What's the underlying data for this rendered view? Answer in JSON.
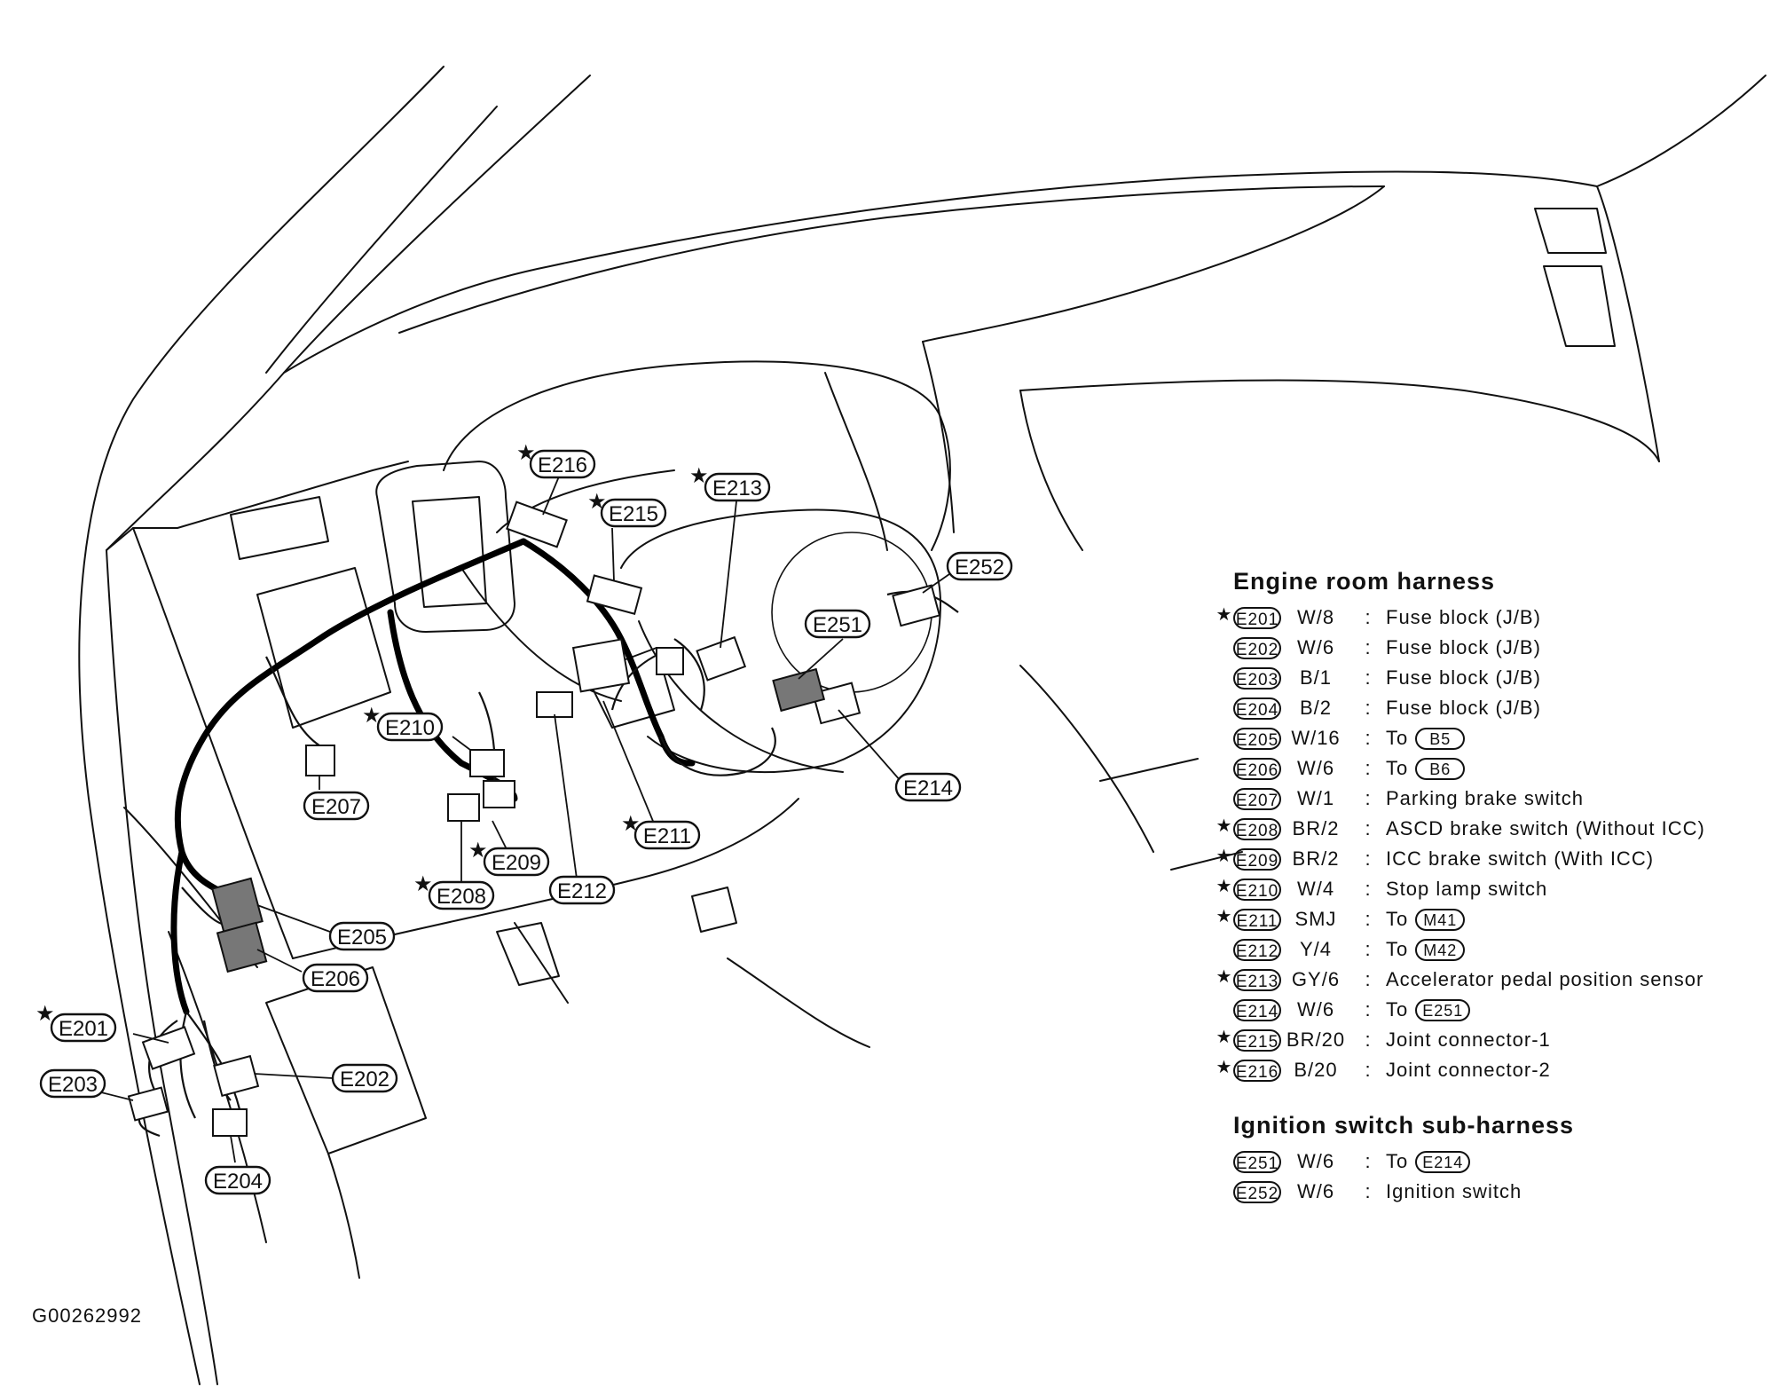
{
  "figure_id": "G00262992",
  "callouts": {
    "e201": "E201",
    "e202": "E202",
    "e203": "E203",
    "e204": "E204",
    "e205": "E205",
    "e206": "E206",
    "e207": "E207",
    "e208": "E208",
    "e209": "E209",
    "e210": "E210",
    "e211": "E211",
    "e212": "E212",
    "e213": "E213",
    "e214": "E214",
    "e215": "E215",
    "e216": "E216",
    "e251": "E251",
    "e252": "E252"
  },
  "star_symbol": "★",
  "legend": {
    "sections": [
      {
        "title": "Engine room harness",
        "rows": [
          {
            "star": true,
            "code": "E201",
            "wire": "W/8",
            "colon": ":",
            "desc": "Fuse block (J/B)",
            "ref": ""
          },
          {
            "star": false,
            "code": "E202",
            "wire": "W/6",
            "colon": ":",
            "desc": "Fuse block (J/B)",
            "ref": ""
          },
          {
            "star": false,
            "code": "E203",
            "wire": "B/1",
            "colon": ":",
            "desc": "Fuse block (J/B)",
            "ref": ""
          },
          {
            "star": false,
            "code": "E204",
            "wire": "B/2",
            "colon": ":",
            "desc": "Fuse block (J/B)",
            "ref": ""
          },
          {
            "star": false,
            "code": "E205",
            "wire": "W/16",
            "colon": ":",
            "desc": "To",
            "ref": "B5"
          },
          {
            "star": false,
            "code": "E206",
            "wire": "W/6",
            "colon": ":",
            "desc": "To",
            "ref": "B6"
          },
          {
            "star": false,
            "code": "E207",
            "wire": "W/1",
            "colon": ":",
            "desc": "Parking brake switch",
            "ref": ""
          },
          {
            "star": true,
            "code": "E208",
            "wire": "BR/2",
            "colon": ":",
            "desc": "ASCD brake switch (Without ICC)",
            "ref": ""
          },
          {
            "star": true,
            "code": "E209",
            "wire": "BR/2",
            "colon": ":",
            "desc": "ICC brake switch (With ICC)",
            "ref": ""
          },
          {
            "star": true,
            "code": "E210",
            "wire": "W/4",
            "colon": ":",
            "desc": "Stop lamp switch",
            "ref": ""
          },
          {
            "star": true,
            "code": "E211",
            "wire": "SMJ",
            "colon": ":",
            "desc": "To",
            "ref": "M41"
          },
          {
            "star": false,
            "code": "E212",
            "wire": "Y/4",
            "colon": ":",
            "desc": "To",
            "ref": "M42"
          },
          {
            "star": true,
            "code": "E213",
            "wire": "GY/6",
            "colon": ":",
            "desc": "Accelerator pedal position sensor",
            "ref": ""
          },
          {
            "star": false,
            "code": "E214",
            "wire": "W/6",
            "colon": ":",
            "desc": "To",
            "ref": "E251"
          },
          {
            "star": true,
            "code": "E215",
            "wire": "BR/20",
            "colon": ":",
            "desc": "Joint connector-1",
            "ref": ""
          },
          {
            "star": true,
            "code": "E216",
            "wire": "B/20",
            "colon": ":",
            "desc": "Joint connector-2",
            "ref": ""
          }
        ]
      },
      {
        "title": "Ignition switch sub-harness",
        "rows": [
          {
            "star": false,
            "code": "E251",
            "wire": "W/6",
            "colon": ":",
            "desc": "To",
            "ref": "E214"
          },
          {
            "star": false,
            "code": "E252",
            "wire": "W/6",
            "colon": ":",
            "desc": "Ignition switch",
            "ref": ""
          }
        ]
      }
    ]
  }
}
